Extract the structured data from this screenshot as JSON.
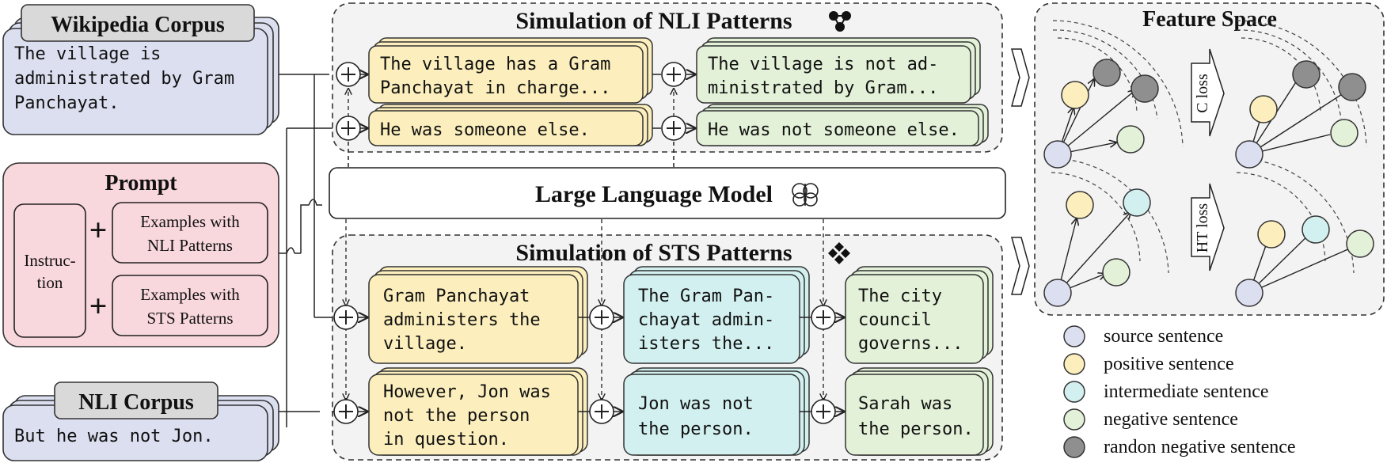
{
  "wiki": {
    "title": "Wikipedia Corpus",
    "lines": [
      "The village is",
      "administrated by Gram",
      "Panchayat."
    ]
  },
  "prompt": {
    "title": "Prompt",
    "instruction_lines": [
      "Instruc-",
      "tion"
    ],
    "nli_example_lines": [
      "Examples with",
      "NLI Patterns"
    ],
    "sts_example_lines": [
      "Examples with",
      "STS Patterns"
    ],
    "plus": "+"
  },
  "nli_corpus": {
    "title": "NLI Corpus",
    "text": "But he was not Jon."
  },
  "nli_sim": {
    "title": "Simulation of NLI Patterns",
    "positive_1": [
      "The village has a Gram",
      "Panchayat in charge..."
    ],
    "negative_1": [
      "The village is not ad-",
      "ministrated by Gram..."
    ],
    "positive_2": [
      "He was someone else."
    ],
    "negative_2": [
      "He was not someone else."
    ]
  },
  "llm": {
    "title": "Large Language Model"
  },
  "sts_sim": {
    "title": "Simulation of STS Patterns",
    "positive_1": [
      "Gram Panchayat",
      "administers the",
      "village."
    ],
    "intermediate_1": [
      "The Gram Pan-",
      "chayat admin-",
      "isters the..."
    ],
    "negative_1": [
      "The city",
      "council",
      "governs..."
    ],
    "positive_2": [
      "However, Jon was",
      "not the person",
      "in question."
    ],
    "intermediate_2": [
      "Jon was not",
      "the person."
    ],
    "negative_2": [
      "Sarah was",
      "the person."
    ]
  },
  "feature_space": {
    "title": "Feature Space",
    "c_loss_label": "C loss",
    "ht_loss_label": "HT loss"
  },
  "legend": [
    {
      "label": "source sentence",
      "color": "#dcdff0"
    },
    {
      "label": "positive sentence",
      "color": "#fcefbd"
    },
    {
      "label": "intermediate sentence",
      "color": "#d3f0f0"
    },
    {
      "label": "negative sentence",
      "color": "#e3f1d8"
    },
    {
      "label": "randon negative sentence",
      "color": "#8f8f8f"
    }
  ],
  "colors": {
    "corpus_fill": "#dcdff0",
    "prompt_fill": "#f8d7dd",
    "positive_fill": "#fcefbd",
    "intermediate_fill": "#d3f0f0",
    "negative_fill": "#e3f1d8",
    "panel_fill": "#f3f3f3",
    "random_negative_fill": "#8f8f8f"
  }
}
